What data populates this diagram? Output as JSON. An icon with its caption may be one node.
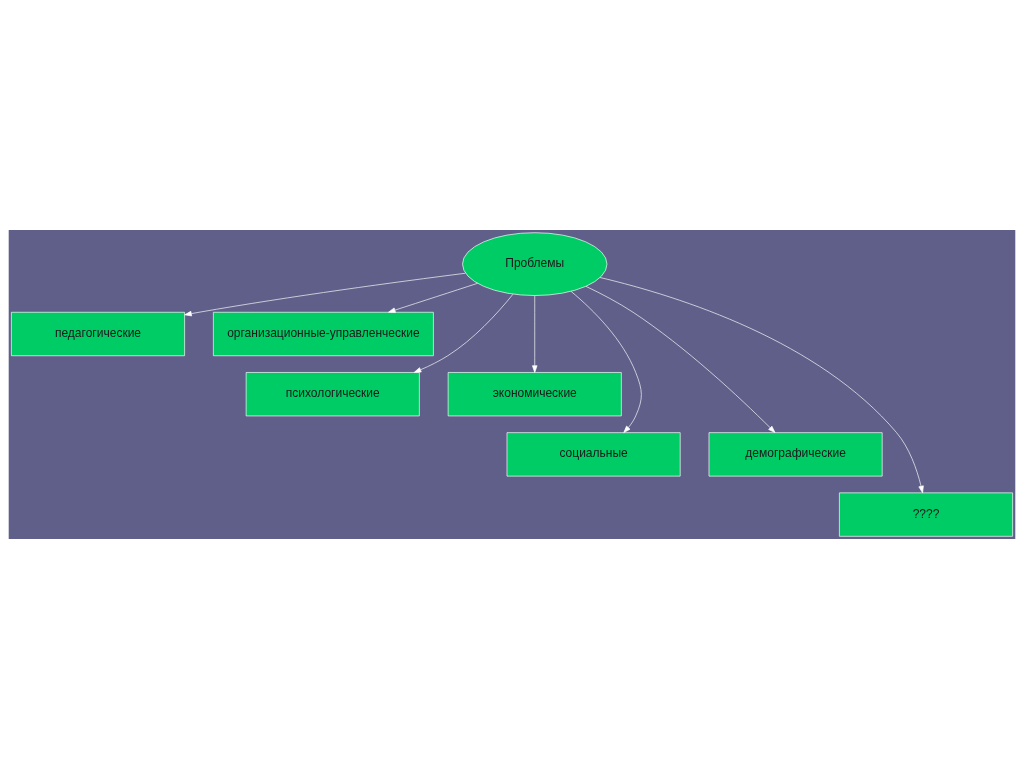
{
  "diagram": {
    "nodes": [
      {
        "text": [
          "Проблемы"
        ]
      },
      {
        "text": [
          "педагогические"
        ]
      },
      {
        "text": [
          "организационные-управленческие"
        ]
      },
      {
        "text": [
          "психологические"
        ]
      },
      {
        "text": [
          "экономические"
        ]
      },
      {
        "text": [
          "социальные"
        ]
      },
      {
        "text": [
          "демографические"
        ]
      },
      {
        "text": [
          "????"
        ]
      }
    ],
    "edges": [
      {
        "from": 0,
        "to": 1,
        "arrow": "to"
      },
      {
        "from": 0,
        "to": 2,
        "arrow": "to"
      },
      {
        "from": 0,
        "to": 3,
        "arrow": "to"
      },
      {
        "from": 0,
        "to": 4,
        "arrow": "to"
      },
      {
        "from": 0,
        "to": 5,
        "arrow": "to"
      },
      {
        "from": 0,
        "to": 6,
        "arrow": "to"
      },
      {
        "from": 0,
        "to": 7,
        "arrow": "to"
      }
    ]
  }
}
